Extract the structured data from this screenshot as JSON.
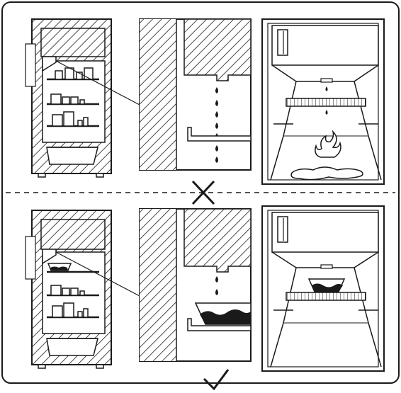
{
  "figure": {
    "kind": "instruction-illustration",
    "panels": [
      {
        "id": "incorrect",
        "verdict_symbol": "✕",
        "verdict_icon": "cross-mark-icon",
        "scenes": [
          "fridge-overview",
          "magnified-wall-drip",
          "interior-leak-puddle"
        ]
      },
      {
        "id": "correct",
        "verdict_symbol": "✓",
        "verdict_icon": "check-mark-icon",
        "scenes": [
          "fridge-overview-with-tray",
          "magnified-wall-tray",
          "interior-tray-collects"
        ]
      }
    ],
    "colors": {
      "line": "#1a1a1a",
      "background": "#ffffff",
      "water": "#1a1a1a"
    }
  }
}
